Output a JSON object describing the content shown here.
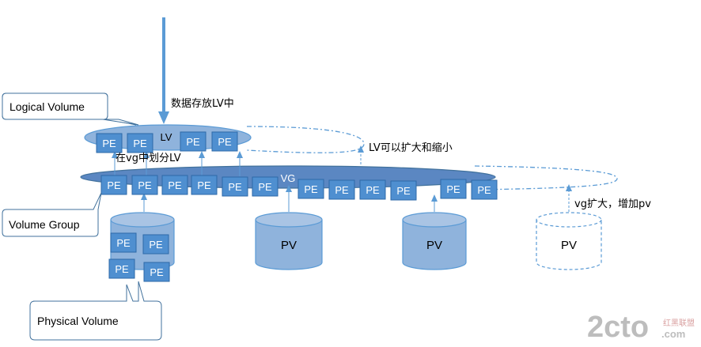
{
  "labels": {
    "lv": "LV",
    "vg": "VG",
    "pv": "PV",
    "pe": "PE",
    "store_in_lv": "数据存放LV中",
    "lv_resize": "LV可以扩大和缩小",
    "carve_lv": "在vg中划分LV",
    "vg_extend": "vg扩大，增加pv"
  },
  "callouts": {
    "logical_volume": "Logical Volume",
    "volume_group": "Volume Group",
    "physical_volume": "Physical Volume"
  },
  "watermark": {
    "brand": "2cto",
    "tld": ".com",
    "cn": "红黑联盟"
  },
  "colors": {
    "accent": "#5b9bd5",
    "accent_dark": "#41719c",
    "pe_fill": "#4f8fd0",
    "cylinder_fill": "#8fb3dc",
    "watermark": "#b8b8b8",
    "watermark_red": "#d9a0a0"
  }
}
